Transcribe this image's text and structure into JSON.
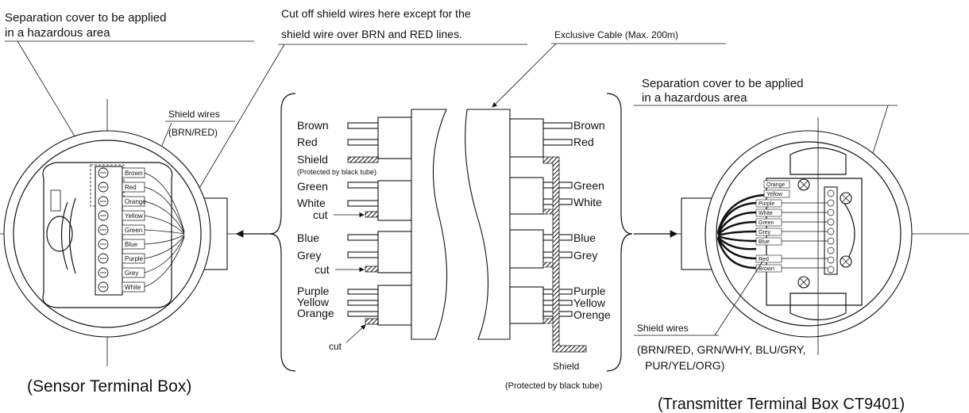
{
  "callouts": {
    "sensor_cover": [
      "Separation cover to be applied",
      "in a hazardous area"
    ],
    "cut_off": [
      "Cut off shield wires here except for the",
      "shield wire over BRN and RED lines."
    ],
    "exclusive_cable": "Exclusive Cable (Max. 200m)",
    "sensor_shield": [
      "Shield wires",
      "(BRN/RED)"
    ],
    "transmitter_cover": [
      "Separation cover to be applied",
      "in a hazardous area"
    ],
    "transmitter_shield": [
      "Shield wires",
      "(BRN/RED, GRN/WHY, BLU/GRY,",
      "PUR/YEL/ORG)"
    ]
  },
  "captions": {
    "sensor_box": "(Sensor Terminal Box)",
    "transmitter_box": "(Transmitter Terminal Box CT9401)"
  },
  "cable": {
    "left_labels": {
      "brown": "Brown",
      "red": "Red",
      "shield": "Shield",
      "shield_note": "(Protected by black tube)",
      "green": "Green",
      "white": "White",
      "cut1": "cut",
      "blue": "Blue",
      "grey": "Grey",
      "cut2": "cut",
      "purple": "Purple",
      "yellow": "Yellow",
      "orange": "Orange",
      "cut3": "cut"
    },
    "right_labels": {
      "brown": "Brown",
      "red": "Red",
      "green": "Green",
      "white": "White",
      "blue": "Blue",
      "grey": "Grey",
      "purple": "Purple",
      "yellow": "Yellow",
      "orange": "Orenge",
      "shield": "Shield",
      "shield_note": "(Protected by black tube)"
    }
  },
  "sensor_terminals": [
    "Brown",
    "Red",
    "Orange",
    "Yellow",
    "Green",
    "Blue",
    "Purple",
    "Grey",
    "White"
  ],
  "transmitter_terminals": [
    "Orange",
    "Yellow",
    "Purple",
    "White",
    "Green",
    "Grey",
    "Blue",
    "Red",
    "Brown"
  ]
}
